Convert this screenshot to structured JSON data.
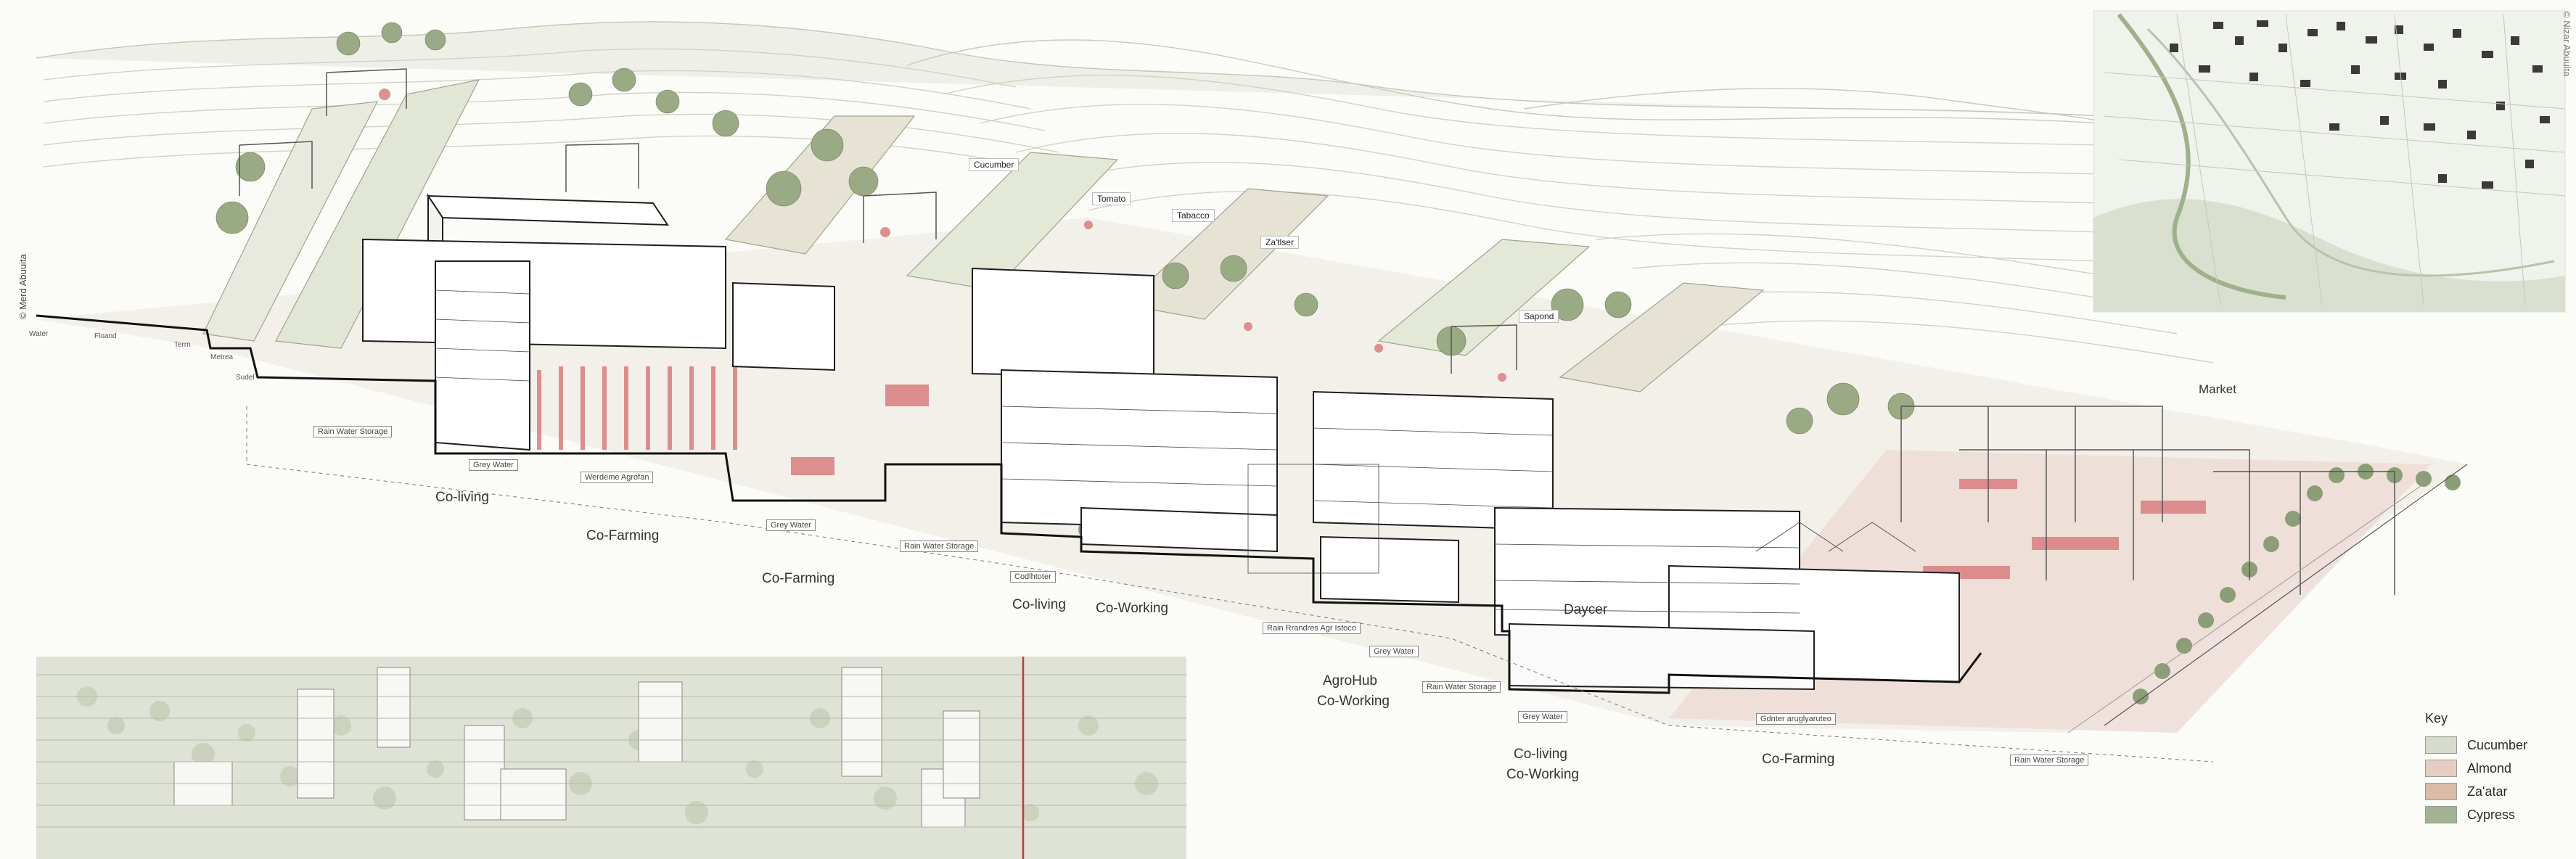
{
  "copyright": {
    "left": "© Merd Abuuita",
    "right": "© Nizar Abuuita"
  },
  "edge_labels": [
    "Water",
    "Floand",
    "Terrn",
    "Metrea",
    "Sudel"
  ],
  "crop_labels": [
    "Cucumber",
    "Tomato",
    "Tabacco",
    "Za'tlser",
    "Sapond"
  ],
  "market_label": "Market",
  "zone_labels": {
    "coliving_1": "Co-living",
    "cofarming_1": "Co-Farming",
    "cofarming_2": "Co-Farming",
    "coliving_2": "Co-living",
    "coworking_1": "Co-Working",
    "agrohub_1": "AgroHub",
    "agrohub_2": "Co-Working",
    "daycare": "Daycer",
    "coliving_3a": "Co-living",
    "coliving_3b": "Co-Working",
    "cofarming_3": "Co-Farming"
  },
  "system_tags": {
    "rain_1": "Rain Water Storage",
    "grey_1": "Grey Water",
    "warehouse": "Werdeme Agrofan",
    "grey_2": "Grey Water",
    "rain_2": "Rain Water Storage",
    "cold": "Codlhtoter",
    "rain_3": "Rain Rrandres Agr Istoco",
    "grey_3": "Grey Water",
    "rain_4": "Rain Water Storage",
    "grey_4": "Grey Water",
    "garden": "Gdnter aruglyaruteo",
    "rain_5": "Rain Water Storage"
  },
  "legend": {
    "title": "Key",
    "items": [
      {
        "label": "Cucumber",
        "color": "#d5dccd"
      },
      {
        "label": "Almond",
        "color": "#e6cdc4"
      },
      {
        "label": "Za'atar",
        "color": "#d9bba8"
      },
      {
        "label": "Cypress",
        "color": "#a3b292"
      }
    ]
  },
  "colors": {
    "accent_red": "#c4383f",
    "tree_green": "#8c9e77",
    "hill_line": "#c9cdbf",
    "ground": "#ebe1da"
  }
}
